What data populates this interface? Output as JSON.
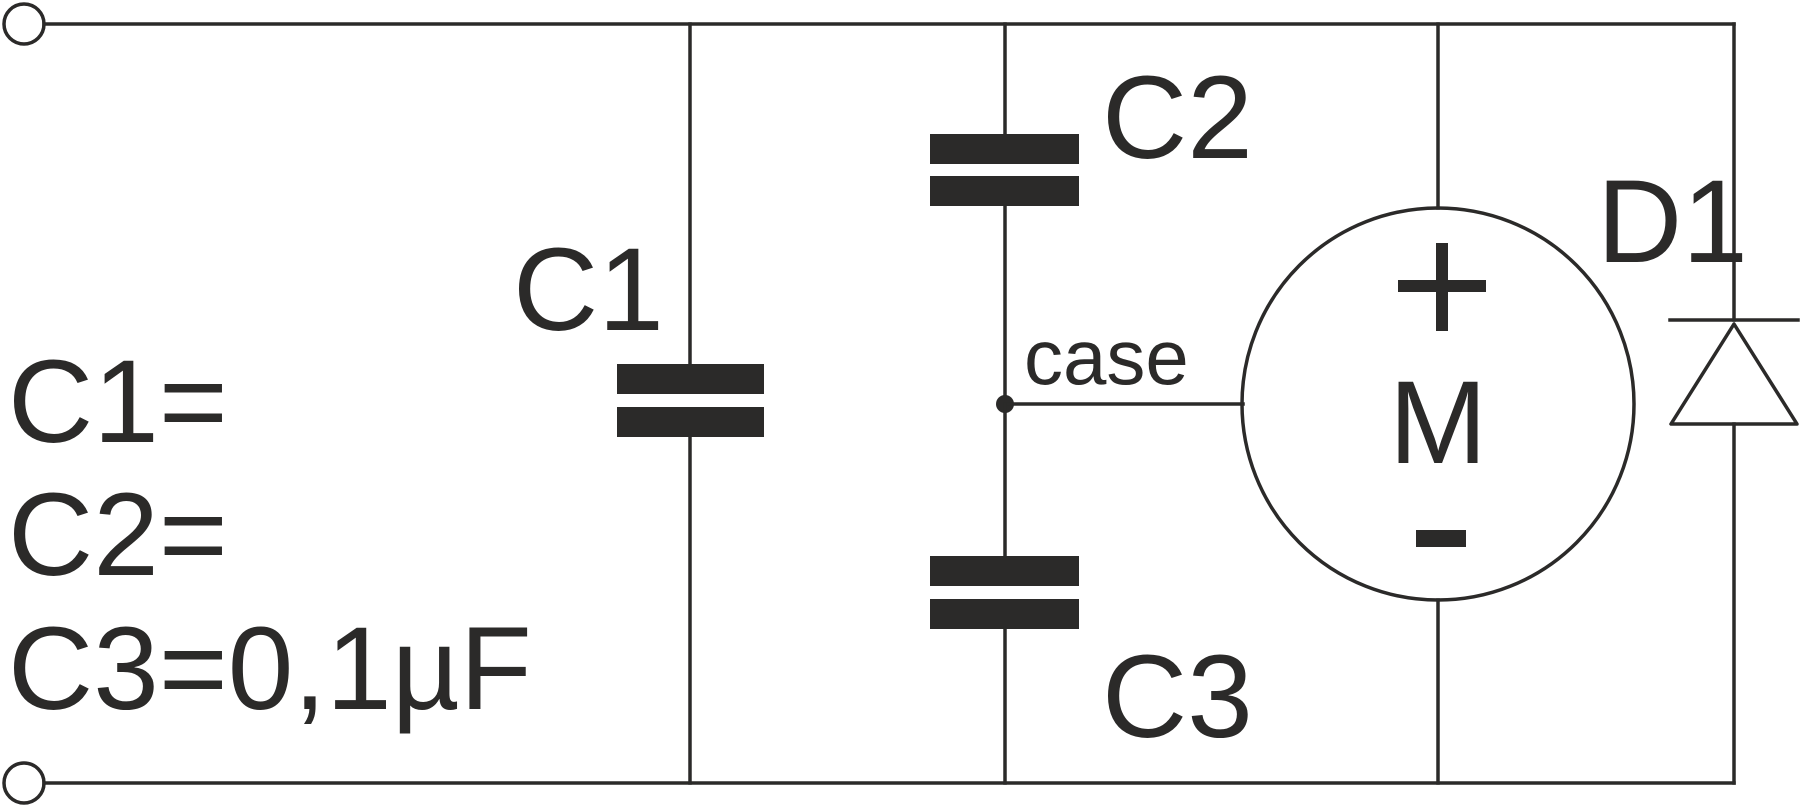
{
  "labels": {
    "c1": "C1",
    "c2": "C2",
    "c3": "C3",
    "d1": "D1",
    "case": "case",
    "motor": "M",
    "motor_plus": "+",
    "motor_minus": "-"
  },
  "values": {
    "line1": "C1=",
    "line2": "C2=",
    "line3": "C3=0,1µF"
  },
  "colors": {
    "ink": "#2b2a29",
    "background": "#ffffff"
  }
}
